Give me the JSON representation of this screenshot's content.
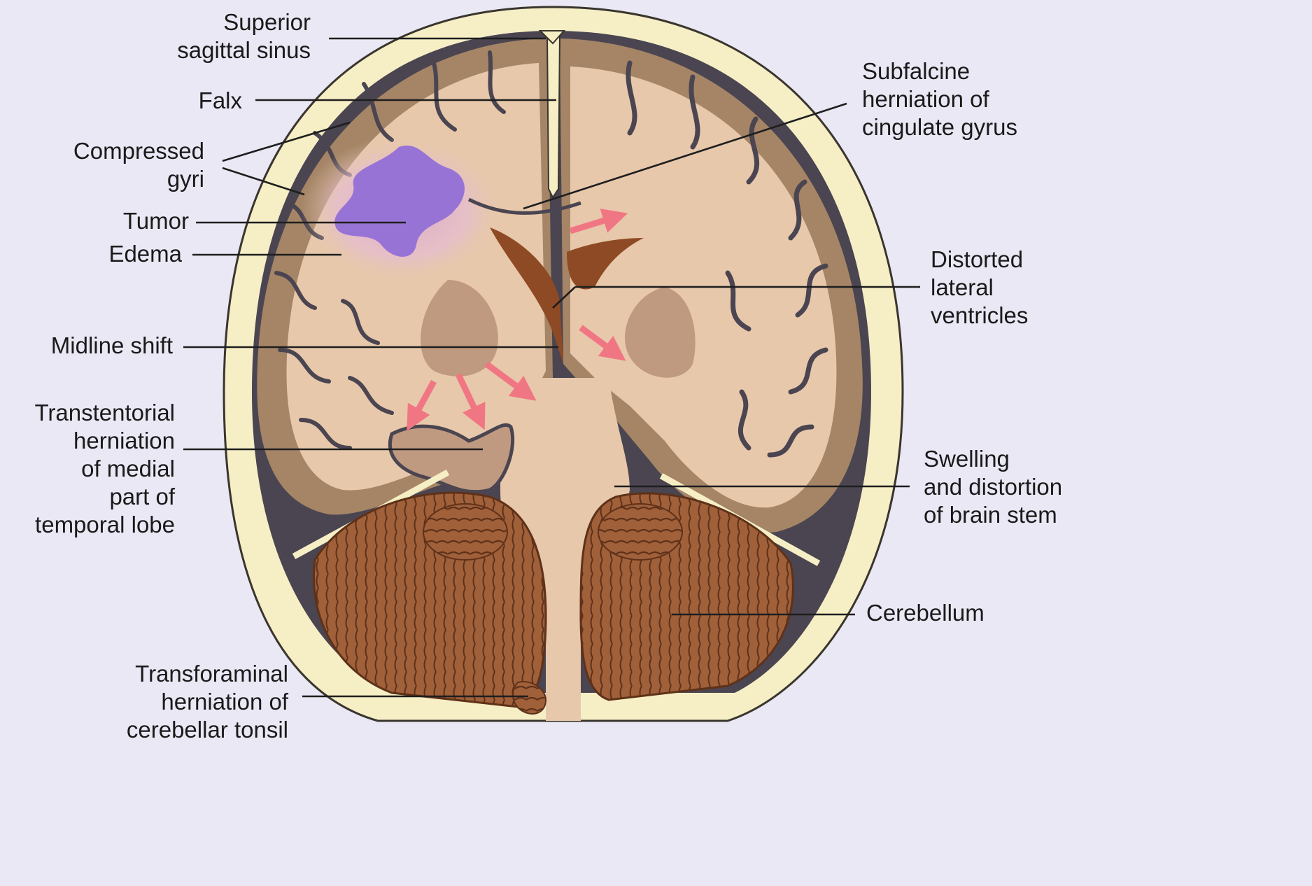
{
  "labels": {
    "superior_sagittal_sinus": [
      "Superior",
      "sagittal sinus"
    ],
    "falx": [
      "Falx"
    ],
    "compressed_gyri": [
      "Compressed",
      "gyri"
    ],
    "tumor": [
      "Tumor"
    ],
    "edema": [
      "Edema"
    ],
    "midline_shift": [
      "Midline shift"
    ],
    "transtentorial_herniation": [
      "Transtentorial",
      "herniation",
      "of medial",
      "part of",
      "temporal lobe"
    ],
    "transforaminal_herniation": [
      "Transforaminal",
      "herniation of",
      "cerebellar tonsil"
    ],
    "subfalcine_herniation": [
      "Subfalcine",
      "herniation of",
      "cingulate gyrus"
    ],
    "distorted_lateral_ventricles": [
      "Distorted",
      "lateral",
      "ventricles"
    ],
    "swelling_brain_stem": [
      "Swelling",
      "and distortion",
      "of brain stem"
    ],
    "cerebellum": [
      "Cerebellum"
    ]
  },
  "colors": {
    "background": "#eae8f4",
    "skull": "#f6efc6",
    "dura": "#4a4550",
    "cortex": "#a58566",
    "white_matter": "#e7c8ab",
    "deep_nuclei": "#c09a80",
    "ventricle": "#8e4a24",
    "tumor": "#9873d6",
    "edema": "#e2b7c9",
    "cerebellum": "#9d5a35",
    "arrow": "#f17683",
    "leader_line": "#1e1e1e"
  }
}
